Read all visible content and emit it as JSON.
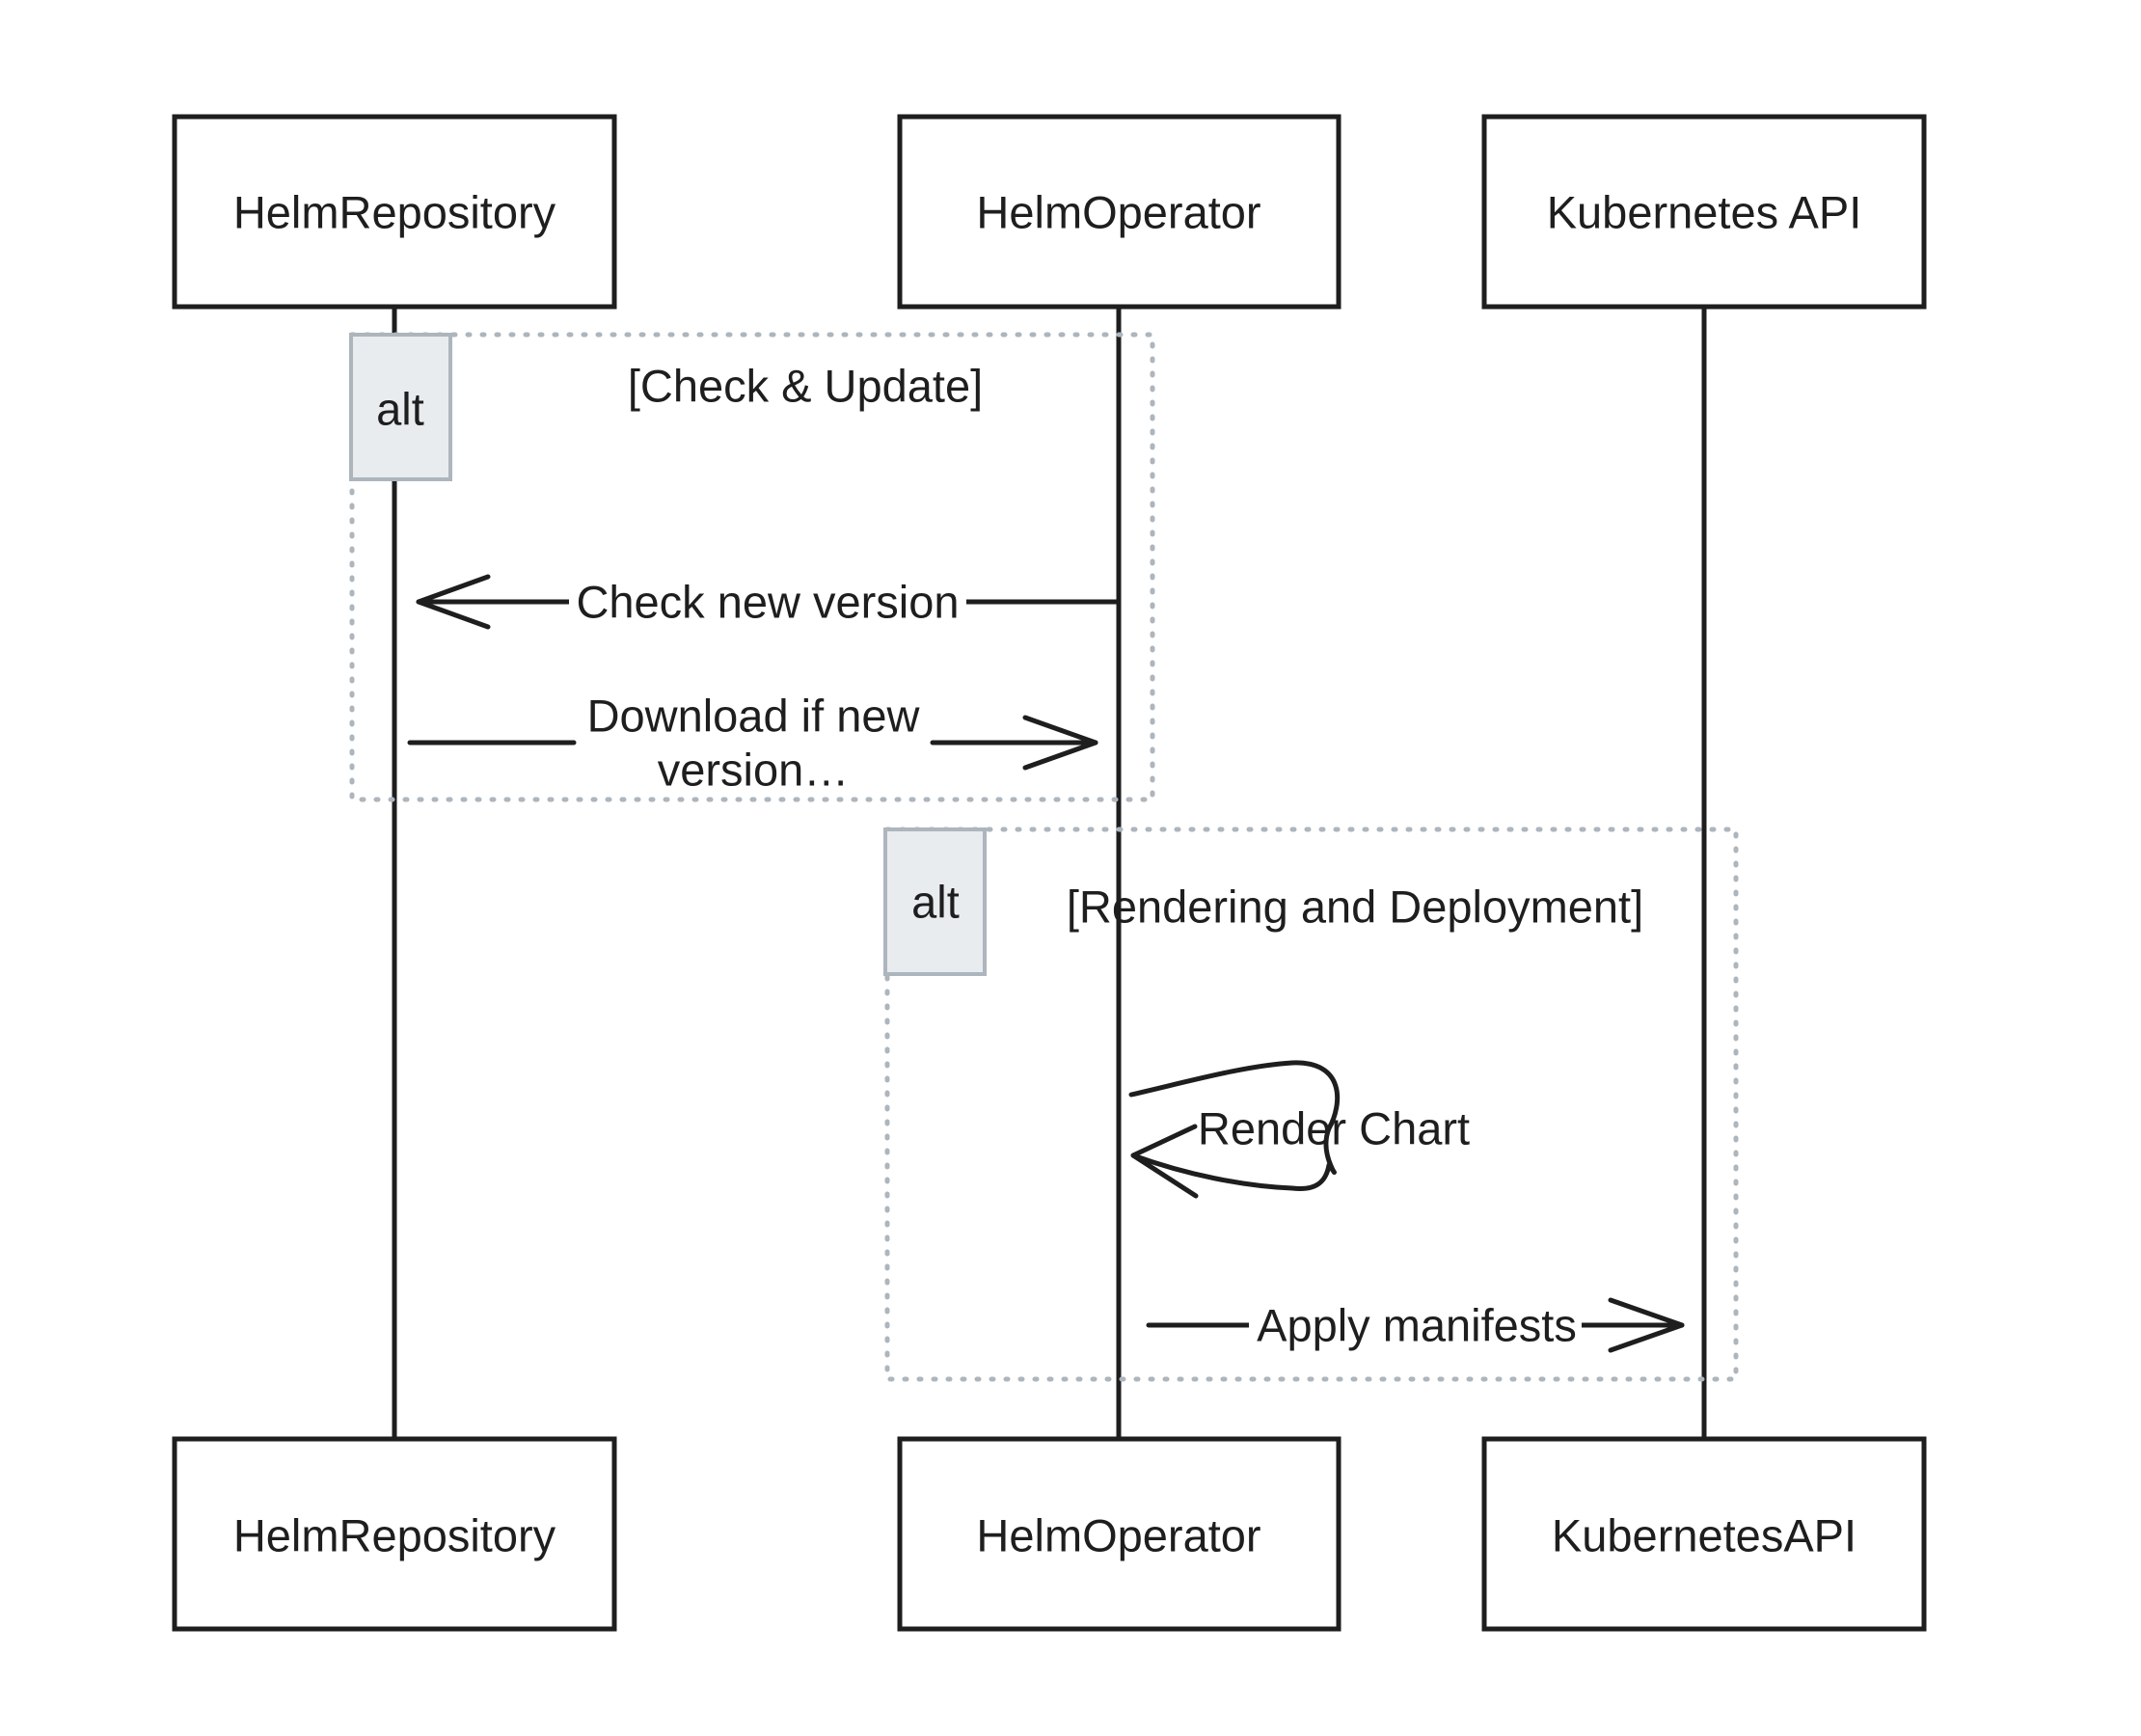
{
  "participants": {
    "top": {
      "repo": "HelmRepository",
      "operator": "HelmOperator",
      "k8s": "Kubernetes API"
    },
    "bottom": {
      "repo": "HelmRepository",
      "operator": "HelmOperator",
      "k8s": "KubernetesAPI"
    }
  },
  "frames": {
    "check_update": {
      "tag": "alt",
      "condition": "[Check & Update]"
    },
    "render_deploy": {
      "tag": "alt",
      "condition": "[Rendering and Deployment]"
    }
  },
  "messages": {
    "check_version": "Check new version",
    "download_line1": "Download if new",
    "download_line2": "version…",
    "render_chart": "Render Chart",
    "apply_manifests": "Apply manifests"
  },
  "colors": {
    "stroke": "#1e1e1e",
    "frame_border": "#adb5bd",
    "frame_tag_fill": "#e9ecef",
    "background": "#ffffff"
  }
}
